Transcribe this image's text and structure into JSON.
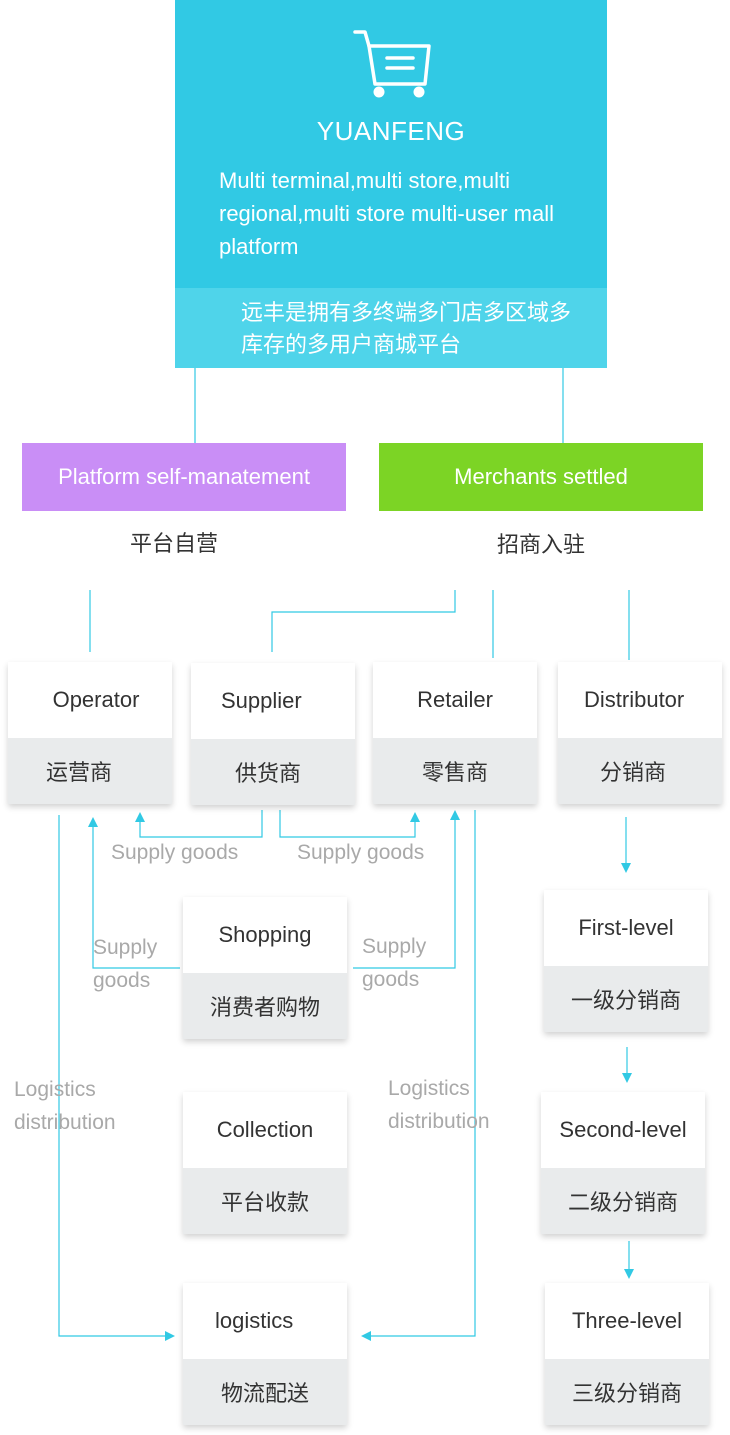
{
  "header": {
    "icon": "shopping-cart-icon",
    "brand": "YUANFENG",
    "desc_en": "Multi terminal,multi store,multi regional,multi store multi-user mall platform",
    "desc_zh": "远丰是拥有多终端多门店多区域多库存的多用户商城平台"
  },
  "categories": {
    "self": {
      "en": "Platform self-manatement",
      "zh": "平台自营",
      "color": "#c98ef6"
    },
    "merchants": {
      "en": "Merchants settled",
      "zh": "招商入驻",
      "color": "#7cd425"
    }
  },
  "roles": {
    "operator": {
      "en": "Operator",
      "zh": "运营商"
    },
    "supplier": {
      "en": "Supplier",
      "zh": "供货商"
    },
    "retailer": {
      "en": "Retailer",
      "zh": "零售商"
    },
    "distributor": {
      "en": "Distributor",
      "zh": "分销商"
    }
  },
  "flows": {
    "shopping": {
      "en": "Shopping",
      "zh": "消费者购物"
    },
    "collection": {
      "en": "Collection",
      "zh": "平台收款"
    },
    "logistics": {
      "en": "logistics",
      "zh": "物流配送"
    }
  },
  "levels": {
    "first": {
      "en": "First-level",
      "zh": "一级分销商"
    },
    "second": {
      "en": "Second-level",
      "zh": "二级分销商"
    },
    "third": {
      "en": "Three-level",
      "zh": "三级分销商"
    }
  },
  "labels": {
    "supply_goods": "Supply goods",
    "supply": "Supply",
    "goods": "goods",
    "logistics": "Logistics",
    "distribution": "distribution"
  },
  "colors": {
    "header": "#31c9e4",
    "header_sub": "#4fd4ea",
    "line": "#31c9e4",
    "card_footer": "#e9ebec"
  }
}
